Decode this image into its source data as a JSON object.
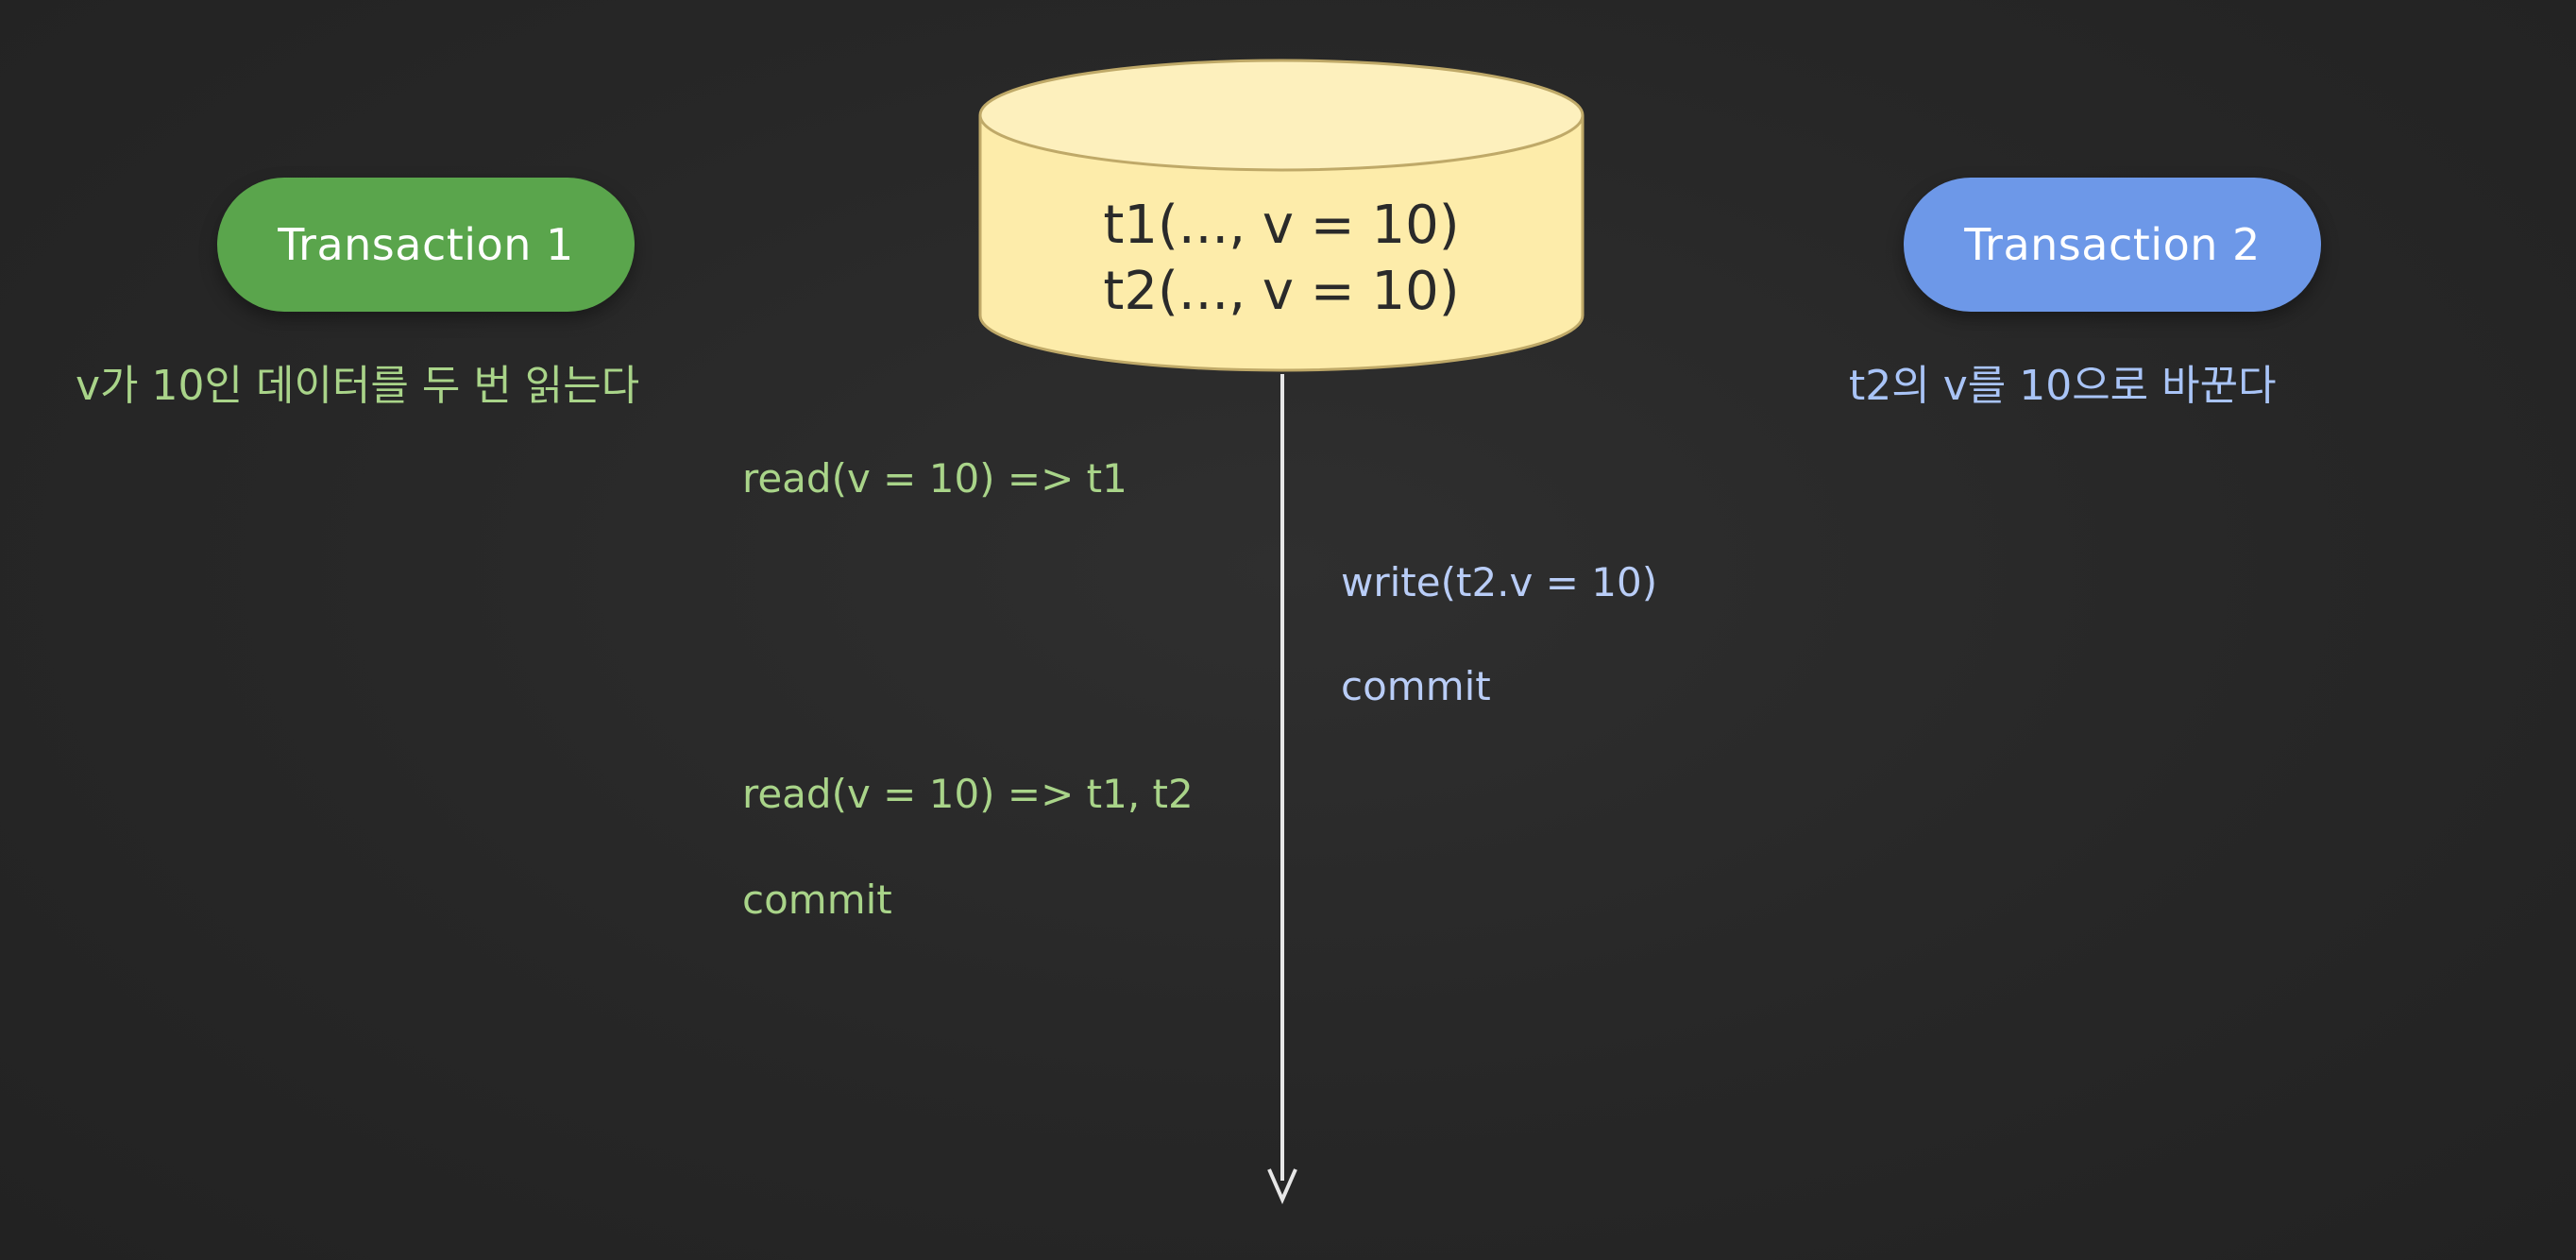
{
  "transaction1": {
    "label": "Transaction 1",
    "description": "v가 10인 데이터를 두 번 읽는다",
    "color": "#5aa54c"
  },
  "transaction2": {
    "label": "Transaction 2",
    "description": "t2의 v를 10으로 바꾼다",
    "color": "#6d98e8"
  },
  "database": {
    "rows": [
      "t1(..., v = 10)",
      "t2(..., v = 10)"
    ],
    "fill": "#fdecaa",
    "icon": "database-cylinder-icon"
  },
  "timeline": {
    "icon": "timeline-arrow-icon"
  },
  "operations": [
    {
      "text": "read(v = 10) => t1",
      "by": "transaction1"
    },
    {
      "text": "write(t2.v = 10)",
      "by": "transaction2"
    },
    {
      "text": "commit",
      "by": "transaction2"
    },
    {
      "text": "read(v = 10) => t1, t2",
      "by": "transaction1"
    },
    {
      "text": "commit",
      "by": "transaction1"
    }
  ]
}
